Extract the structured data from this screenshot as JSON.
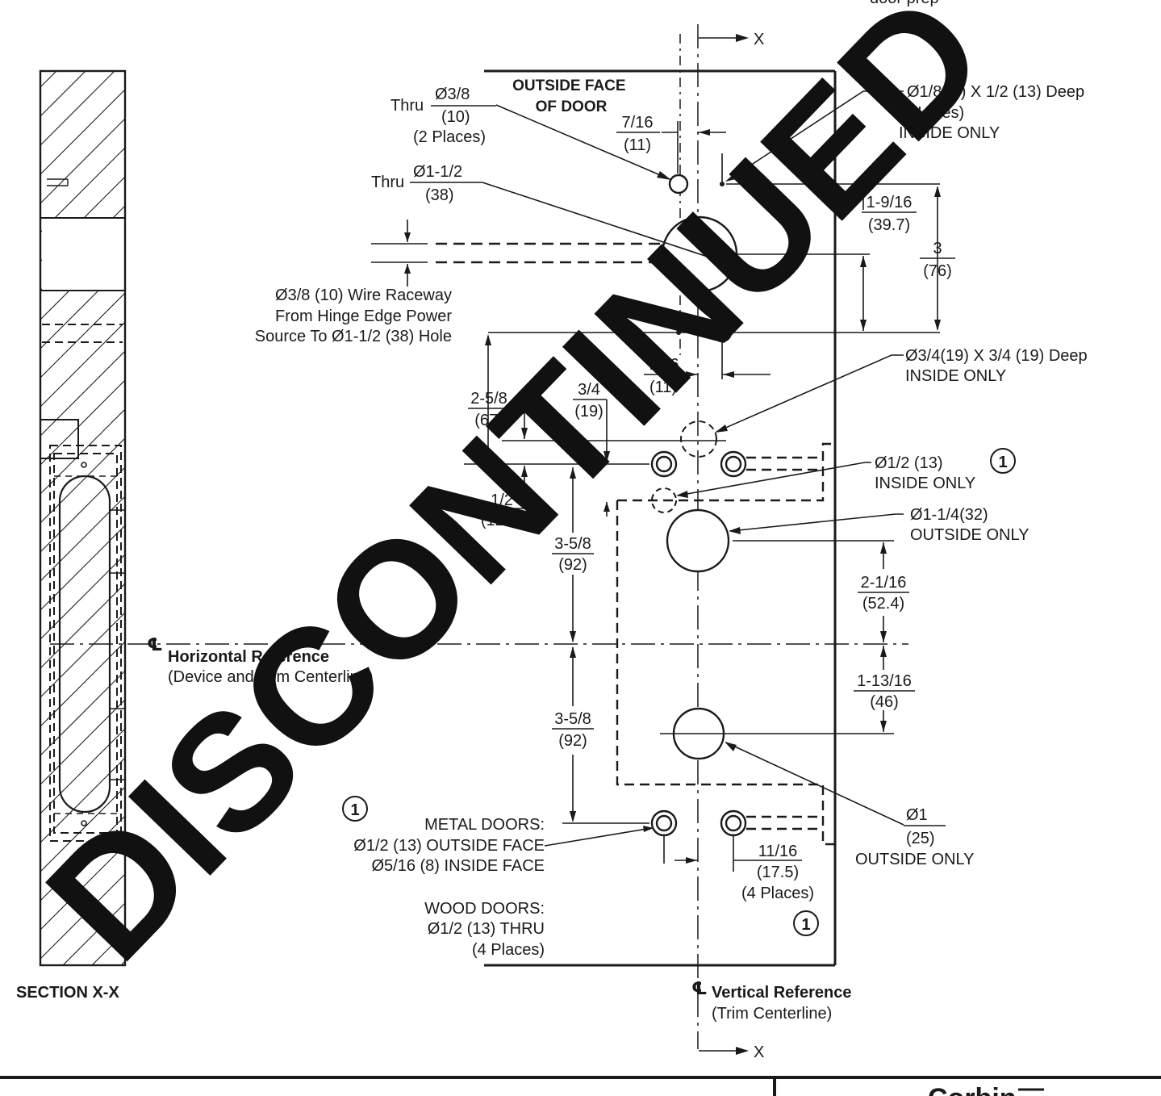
{
  "section_view": {
    "title": "SECTION  X-X"
  },
  "door_face": {
    "title_line1": "OUTSIDE FACE",
    "title_line2": "OF DOOR"
  },
  "section_markers": {
    "top": "X",
    "bottom": "X"
  },
  "top_cut_text": "door prep",
  "callouts": {
    "thru_3_8": {
      "prefix": "Thru",
      "dia": "Ø3/8",
      "mm": "(10)",
      "note": "(2 Places)"
    },
    "thru_1_1_2": {
      "prefix": "Thru",
      "dia": "Ø1-1/2",
      "mm": "(38)"
    },
    "small_holes": {
      "line1": "Ø1/8 (3) X 1/2 (13) Deep",
      "line2": "(2 Holes)",
      "line3": "INSIDE ONLY"
    },
    "raceway": {
      "line1": "Ø3/8 (10) Wire Raceway",
      "line2": "From Hinge Edge Power",
      "line3": "Source To Ø1-1/2 (38) Hole"
    },
    "hole_3_4": {
      "line1": "Ø3/4(19) X 3/4 (19) Deep",
      "line2": "INSIDE ONLY"
    },
    "hole_1_2": {
      "line1": "Ø1/2 (13)",
      "line2": "INSIDE ONLY"
    },
    "hole_1_1_4": {
      "line1": "Ø1-1/4(32)",
      "line2": "OUTSIDE ONLY"
    },
    "hole_1": {
      "dia": "Ø1",
      "mm": "(25)",
      "note": "OUTSIDE ONLY"
    },
    "metal_doors": {
      "line1": "METAL DOORS:",
      "line2": "Ø1/2 (13) OUTSIDE FACE",
      "line3": "Ø5/16 (8) INSIDE FACE"
    },
    "wood_doors": {
      "line1": "WOOD DOORS:",
      "line2": "Ø1/2 (13) THRU",
      "line3": "(4 Places)"
    }
  },
  "dimensions": {
    "d_7_16_top": {
      "frac": "7/16",
      "mm": "(11)"
    },
    "d_1_9_16": {
      "frac": "1-9/16",
      "mm": "(39.7)"
    },
    "d_3": {
      "frac": "3",
      "mm": "(76)"
    },
    "d_7_16_mid": {
      "frac": "7/16",
      "mm": "(11)"
    },
    "d_2_5_8": {
      "frac": "2-5/8",
      "mm": "(67)"
    },
    "d_3_4": {
      "frac": "3/4",
      "mm": "(19)"
    },
    "d_1_2": {
      "frac": "1/2",
      "mm": "(12.7)"
    },
    "d_3_5_8_upper": {
      "frac": "3-5/8",
      "mm": "(92)"
    },
    "d_3_5_8_lower": {
      "frac": "3-5/8",
      "mm": "(92)"
    },
    "d_2_1_16": {
      "frac": "2-1/16",
      "mm": "(52.4)"
    },
    "d_1_13_16": {
      "frac": "1-13/16",
      "mm": "(46)"
    },
    "d_11_16": {
      "frac": "11/16",
      "mm": "(17.5)",
      "note": "(4 Places)"
    }
  },
  "references": {
    "horizontal": {
      "symbol": "℄",
      "title": "Horizontal Reference",
      "subtitle": "(Device and Trim Centerline)"
    },
    "vertical": {
      "symbol": "℄",
      "title": "Vertical Reference",
      "subtitle": "(Trim Centerline)"
    }
  },
  "note_marker": "1",
  "watermark": "DISCONTINUED",
  "footer": {
    "brand_partial": "Corbin"
  }
}
